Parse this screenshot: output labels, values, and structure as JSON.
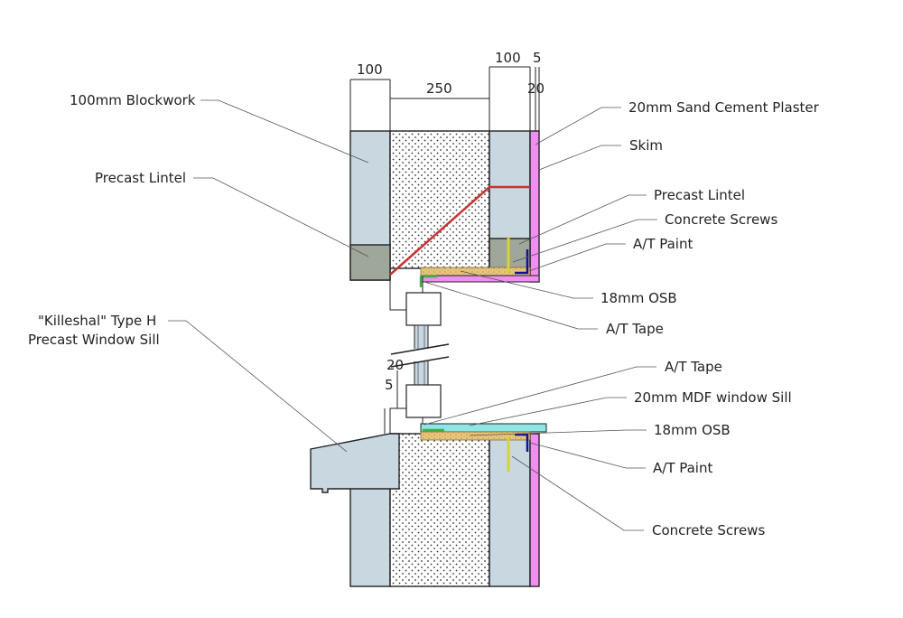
{
  "colors": {
    "blockwork": "#c9d7e1",
    "cavity_fill": "#ffffff",
    "plaster": "#ef8ff0",
    "lintel_concrete": "#9fa79a",
    "osb": "#e7c77f",
    "mdf_sill": "#8fe6e6",
    "at_paint": "#1010a0",
    "at_tape": "#3cb043",
    "screw": "#d6d23a",
    "lintel_line": "#c83232"
  },
  "dimensions": {
    "d100_left": "100",
    "d250": "250",
    "d100_right": "100",
    "d5_top": "5",
    "d20_top": "20",
    "d20_mid": "20",
    "d5_mid": "5"
  },
  "labels": {
    "blockwork": "100mm Blockwork",
    "precast_lintel_left": "Precast Lintel",
    "sill_line1": "\"Killeshal\" Type H",
    "sill_line2": "Precast Window Sill",
    "sand_cement_plaster": "20mm Sand Cement Plaster",
    "skim": "Skim",
    "precast_lintel_right": "Precast Lintel",
    "concrete_screws_top": "Concrete Screws",
    "at_paint_top": "A/T Paint",
    "osb_top": "18mm OSB",
    "at_tape_top": "A/T Tape",
    "at_tape_bottom": "A/T Tape",
    "mdf_window_sill": "20mm MDF window Sill",
    "osb_bottom": "18mm OSB",
    "at_paint_bottom": "A/T Paint",
    "concrete_screws_bottom": "Concrete Screws"
  }
}
